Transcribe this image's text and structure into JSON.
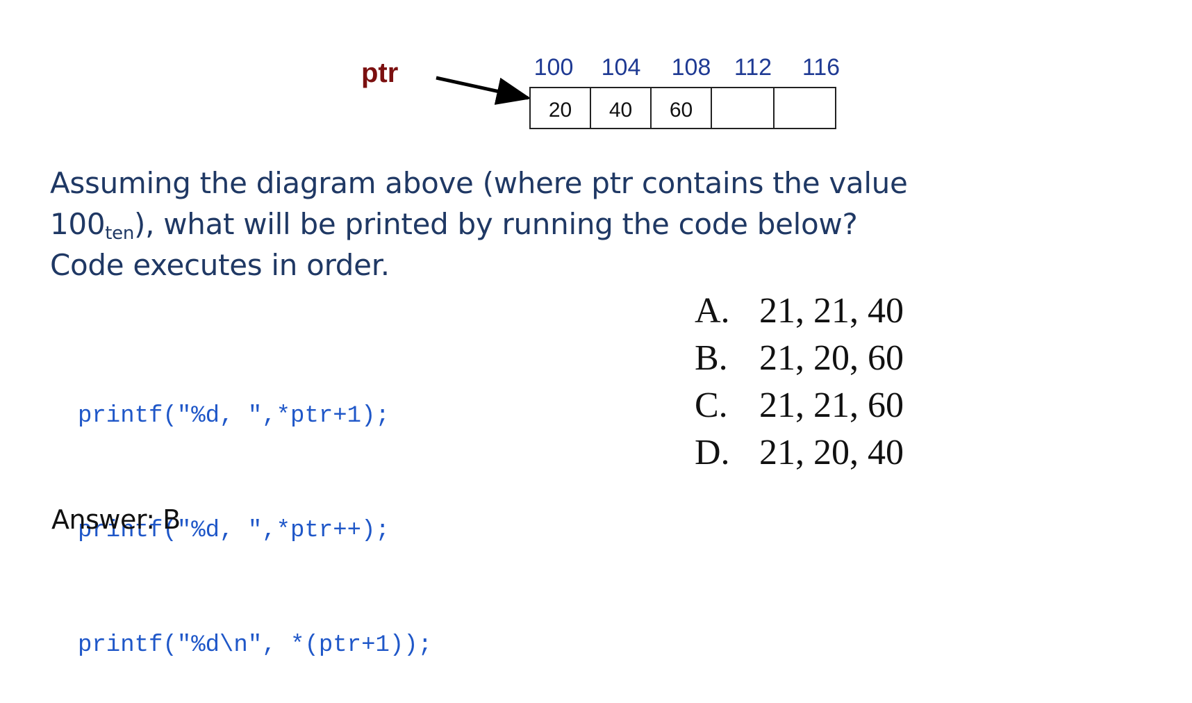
{
  "diagram": {
    "pointer_label": "ptr",
    "addresses": [
      "100",
      "104",
      "108",
      "112",
      "116"
    ],
    "cells": [
      "20",
      "40",
      "60",
      "",
      ""
    ]
  },
  "question": {
    "line1": "Assuming the diagram above (where ptr contains the value",
    "line2_number": "100",
    "line2_subscript": "ten",
    "line2_rest": "), what will be printed by running the code below?",
    "line3": "Code executes in order."
  },
  "code_lines": [
    "printf(\"%d, \",*ptr+1);",
    "printf(\"%d, \",*ptr++);",
    "printf(\"%d\\n\", *(ptr+1));"
  ],
  "options": [
    {
      "letter": "A.",
      "text": "21, 21, 40"
    },
    {
      "letter": "B.",
      "text": "21, 20, 60"
    },
    {
      "letter": "C.",
      "text": "21, 21, 60"
    },
    {
      "letter": "D.",
      "text": "21, 20, 40"
    }
  ],
  "answer": "Answer: B",
  "colors": {
    "pointer_label": "#7b1010",
    "address": "#1f3a93",
    "question": "#1f3864",
    "code": "#1f57c8"
  }
}
